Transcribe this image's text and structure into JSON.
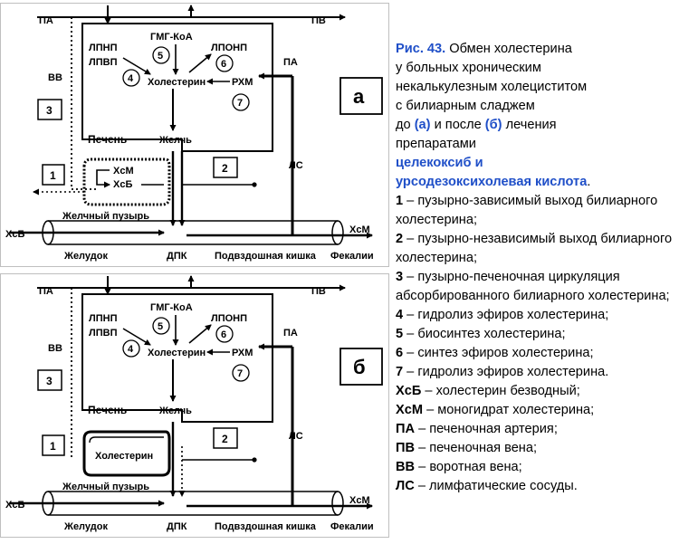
{
  "panels": [
    {
      "id": "a",
      "letter": "а",
      "labels": {
        "pa_left": "ПА",
        "pv": "ПВ",
        "pa_right": "ПА",
        "vv": "ВВ",
        "ls": "ЛС",
        "lpnp": "ЛПНП",
        "lpvp": "ЛПВП",
        "gmg": "ГМГ-КоА",
        "lponp": "ЛПОНП",
        "cholesterol": "Холестерин",
        "rhm": "РХМ",
        "liver": "Печень",
        "bile": "Желчь",
        "gallbladder": "Желчный пузырь",
        "stomach": "Желудок",
        "dpk": "ДПК",
        "ileum": "Подвздошная кишка",
        "feces": "Фекалии",
        "xcb_in": "ХсБ",
        "xcm_out": "ХсМ",
        "gb_top": "ХсМ",
        "gb_bottom": "ХсБ",
        "n1": "1",
        "n2": "2",
        "n3": "3",
        "n4": "4",
        "n5": "5",
        "n6": "6",
        "n7": "7"
      }
    },
    {
      "id": "b",
      "letter": "б",
      "labels": {
        "pa_left": "ПА",
        "pv": "ПВ",
        "pa_right": "ПА",
        "vv": "ВВ",
        "ls": "ЛС",
        "lpnp": "ЛПНП",
        "lpvp": "ЛПВП",
        "gmg": "ГМГ-КоА",
        "lponp": "ЛПОНП",
        "cholesterol": "Холестерин",
        "rhm": "РХМ",
        "liver": "Печень",
        "bile": "Желчь",
        "gallbladder": "Желчный пузырь",
        "stomach": "Желудок",
        "dpk": "ДПК",
        "ileum": "Подвздошная кишка",
        "feces": "Фекалии",
        "xcb_in": "ХсБ",
        "xcm_out": "ХсМ",
        "gb_inner": "Холестерин",
        "n1": "1",
        "n2": "2",
        "n3": "3",
        "n4": "4",
        "n5": "5",
        "n6": "6",
        "n7": "7"
      }
    }
  ],
  "caption": {
    "title": "Рис. 43.",
    "intro1": " Обмен холестерина",
    "intro2": "у больных хроническим",
    "intro3": "некалькулезным холециститом",
    "intro4": "с билиарным сладжем",
    "before": "до ",
    "a_mark": "(а)",
    "and_after": " и после ",
    "b_mark": "(б)",
    "treatment": " лечения",
    "preparations": "препаратами",
    "drug1": "целекоксиб и",
    "drug2": "урсодезоксихолевая кислота",
    "period": ".",
    "items": [
      {
        "key": "1",
        "text": " – пузырно-зависимый выход билиарного холестерина;"
      },
      {
        "key": "2",
        "text": " – пузырно-независимый выход билиарного холестерина;"
      },
      {
        "key": "3",
        "text": " – пузырно-печеночная циркуляция абсорбированного билиарного холестерина;"
      },
      {
        "key": "4",
        "text": " – гидролиз эфиров холестерина;"
      },
      {
        "key": "5",
        "text": " – биосинтез холестерина;"
      },
      {
        "key": "6",
        "text": " – синтез эфиров холестерина;"
      },
      {
        "key": "7",
        "text": " – гидролиз эфиров холестерина."
      },
      {
        "key": "ХсБ",
        "text": " – холестерин безводный;"
      },
      {
        "key": "ХсМ",
        "text": " – моногидрат холестерина;"
      },
      {
        "key": "ПА",
        "text": " – печеночная артерия;"
      },
      {
        "key": "ПВ",
        "text": " – печеночная вена;"
      },
      {
        "key": "ВВ",
        "text": " – воротная вена;"
      },
      {
        "key": "ЛС",
        "text": " – лимфатические сосуды."
      }
    ]
  }
}
